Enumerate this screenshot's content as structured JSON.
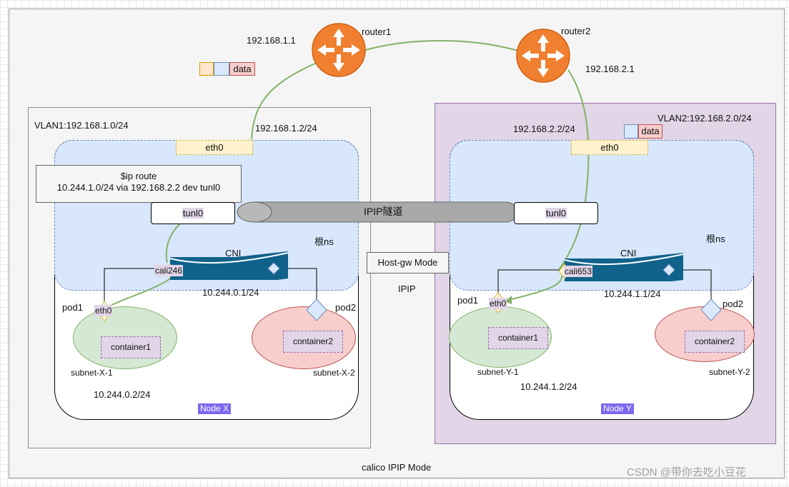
{
  "router1": {
    "label": "router1",
    "ip": "192.168.1.1"
  },
  "router2": {
    "label": "router2",
    "ip": "192.168.2.1"
  },
  "packet": {
    "data": "data"
  },
  "vlan1": {
    "label": "VLAN1:192.168.1.0/24",
    "eth0_ip": "192.168.1.2/24",
    "eth0": "eth0",
    "route_cmd": "$ip route",
    "route_rule": "10.244.1.0/24 via 192.168.2.2 dev tunl0",
    "tunl0": "tunl0",
    "root_ns": "根ns",
    "cni": "CNI",
    "cali": "cali246",
    "cni_ip": "10.244.0.1/24",
    "pod1": "pod1",
    "pod1_eth": "eth0",
    "pod2": "pod2",
    "container1": "container1",
    "container2": "container2",
    "subnet1": "subnet-X-1",
    "subnet2": "subnet-X-2",
    "pod_ip": "10.244.0.2/24",
    "node": "Node X"
  },
  "vlan2": {
    "label": "VLAN2:192.168.2.0/24",
    "eth0_ip": "192.168.2.2/24",
    "eth0": "eth0",
    "tunl0": "tunl0",
    "root_ns": "根ns",
    "cni": "CNI",
    "cali": "cali653",
    "cni_ip": "10.244.1.1/24",
    "pod1": "pod1",
    "pod1_eth": "eth0",
    "pod2": "pod2",
    "container1": "container1",
    "container2": "container2",
    "subnet1": "subnet-Y-1",
    "subnet2": "subnet-Y-2",
    "pod_ip": "10.244.1.2/24",
    "node": "Node Y"
  },
  "tunnel": {
    "label": "IPIP隧道"
  },
  "mode": {
    "hostgw": "Host-gw Mode",
    "ipip": "IPIP"
  },
  "caption": "calico IPIP Mode",
  "watermark": "CSDN @带你去吃小豆花",
  "colors": {
    "router": "#f08030",
    "cni_bar": "#10628a",
    "tunnel": "#a9a9a9",
    "link": "#82b366",
    "ns_fill": "#d8e7fb",
    "vlan2_fill": "#e1d5e7",
    "node_label": "#7b68ee"
  }
}
